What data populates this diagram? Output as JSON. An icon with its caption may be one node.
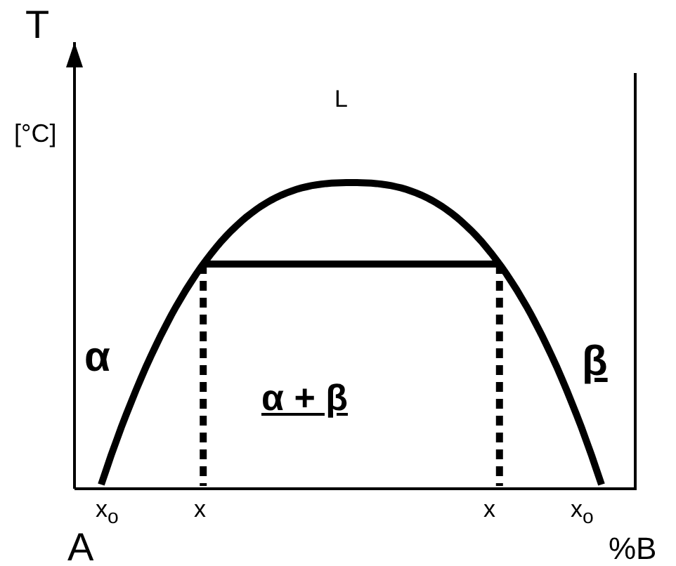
{
  "diagram": {
    "labels": [
      "T",
      "[°C]",
      "L",
      "α",
      "α + β",
      "β",
      "x$_{o}$",
      "x",
      "x",
      "x$_{o}$",
      "A",
      "%B"
    ]
  }
}
